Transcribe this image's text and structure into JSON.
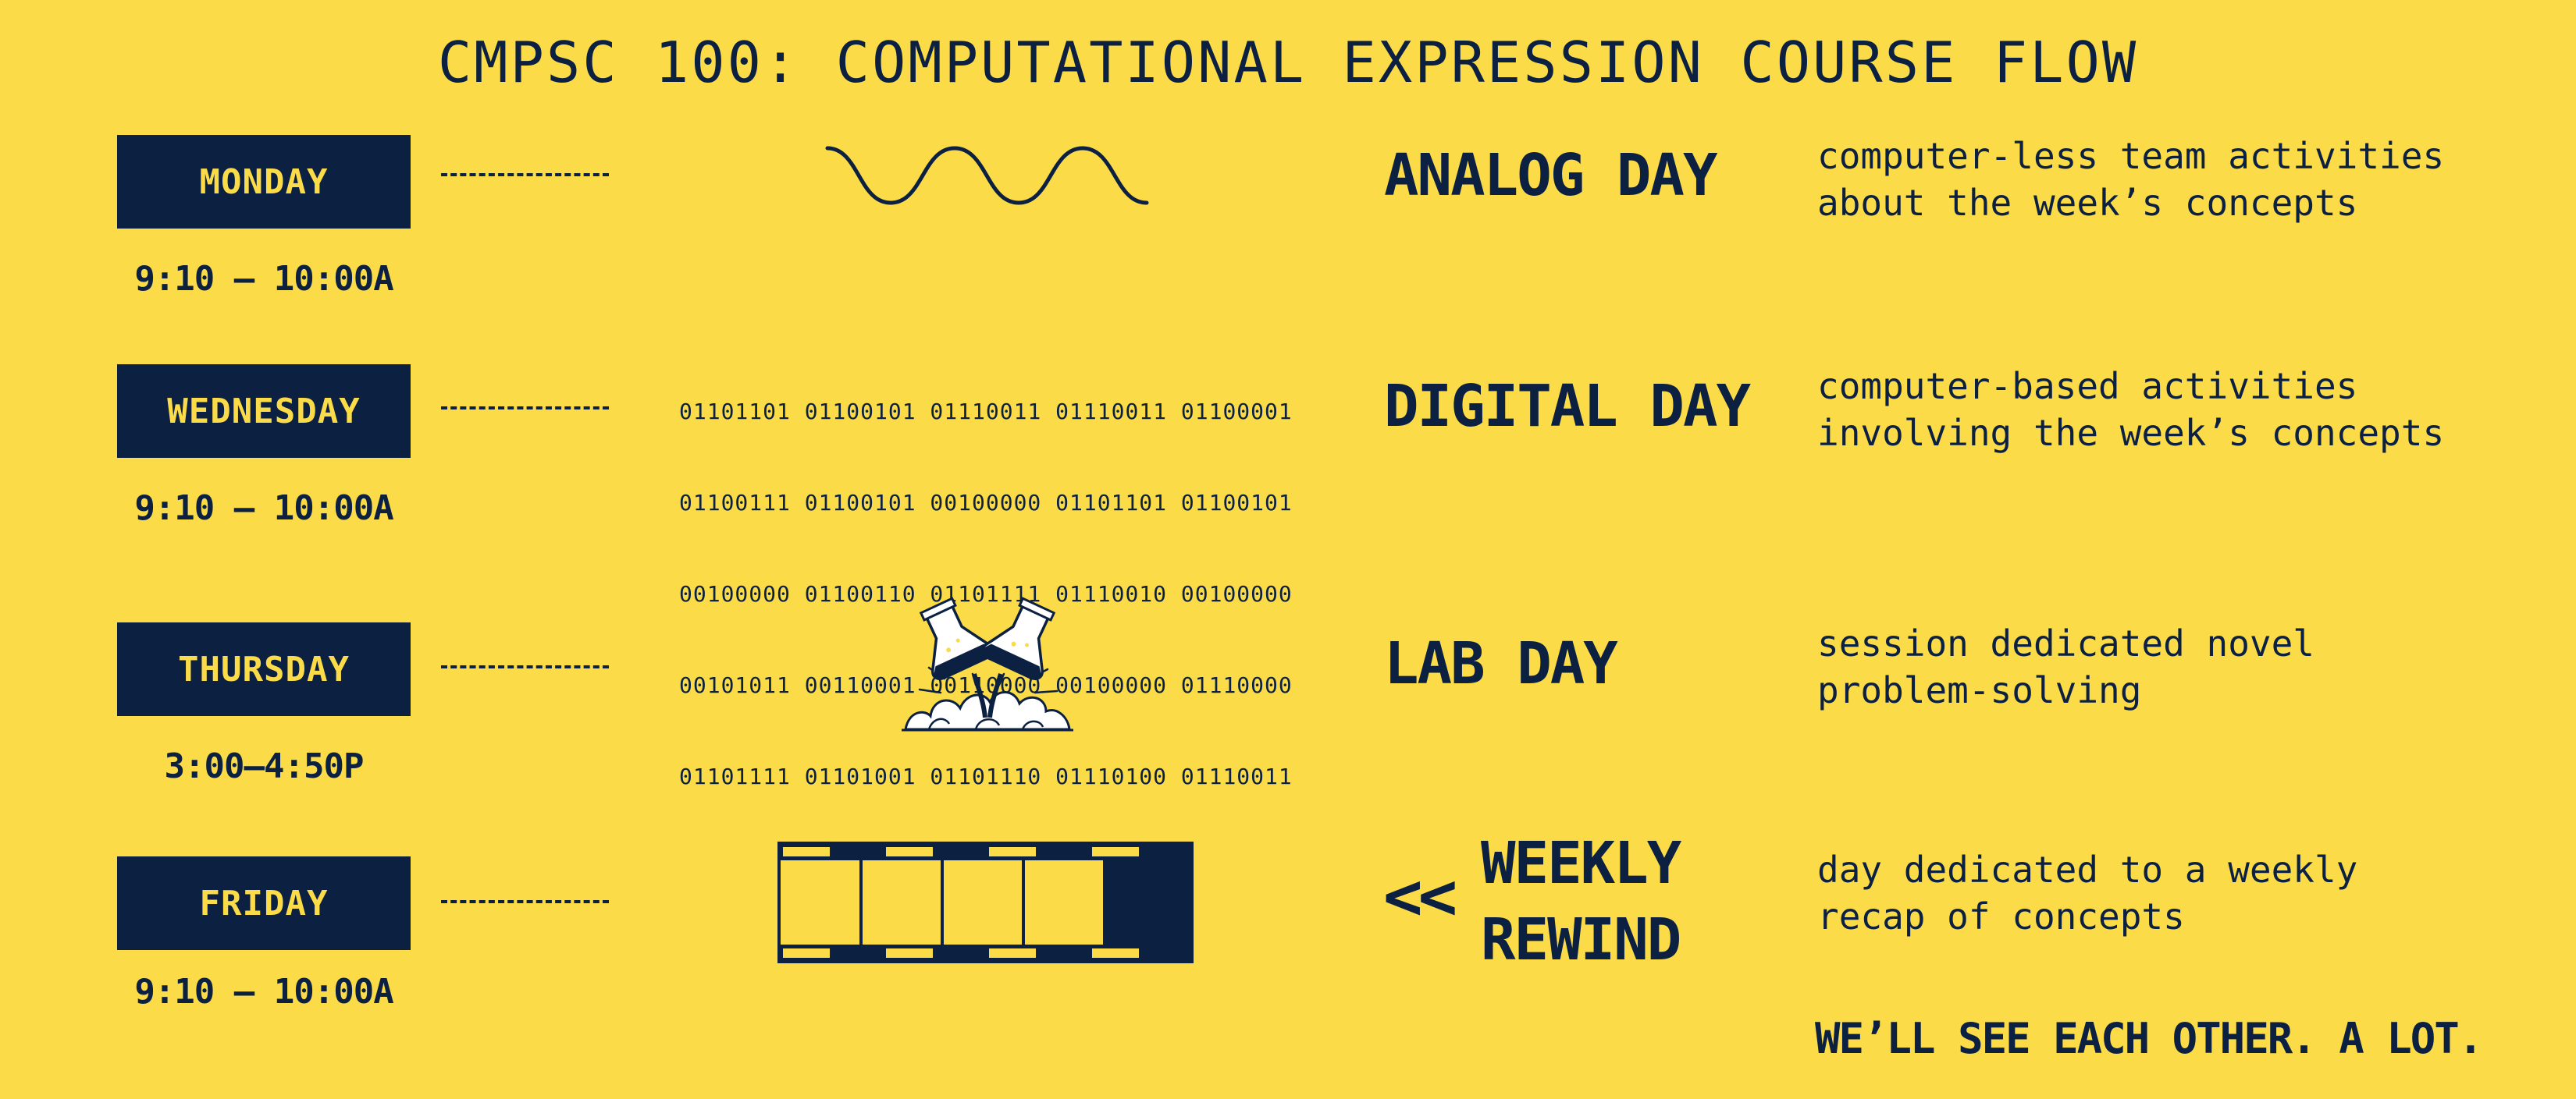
{
  "title": "CMPSC 100: COMPUTATIONAL EXPRESSION COURSE FLOW",
  "days": [
    {
      "day": "MONDAY",
      "time": "9:10 – 10:00A",
      "heading": "ANALOG DAY",
      "description_lines": [
        "computer-less team activities",
        "about the week’s concepts"
      ],
      "illustration": "sine-wave-icon"
    },
    {
      "day": "WEDNESDAY",
      "time": "9:10 – 10:00A",
      "heading": "DIGITAL DAY",
      "description_lines": [
        "computer-based activities",
        "involving the week’s concepts"
      ],
      "illustration": "binary-text",
      "binary_lines": [
        "01101101 01100101 01110011 01110011 01100001",
        "01100111 01100101 00100000 01101101 01100101",
        "00100000 01100110 01101111 01110010 00100000",
        "00101011 00110001 00110000 00100000 01110000",
        "01101111 01101001 01101110 01110100 01110011"
      ]
    },
    {
      "day": "THURSDAY",
      "time": "3:00–4:50P",
      "heading": "LAB DAY",
      "description_lines": [
        "session dedicated novel",
        "problem-solving"
      ],
      "illustration": "lab-flask-explosion-icon"
    },
    {
      "day": "FRIDAY",
      "time": "9:10 – 10:00A",
      "heading_arrows": "<<",
      "heading_lines": [
        "WEEKLY",
        "REWIND"
      ],
      "description_lines": [
        "day dedicated to a weekly",
        "recap of concepts"
      ],
      "illustration": "film-strip-icon"
    }
  ],
  "footer": "WE’LL SEE EACH OTHER. A LOT.",
  "colors": {
    "background": "#FBDC48",
    "navy": "#0C2042"
  }
}
